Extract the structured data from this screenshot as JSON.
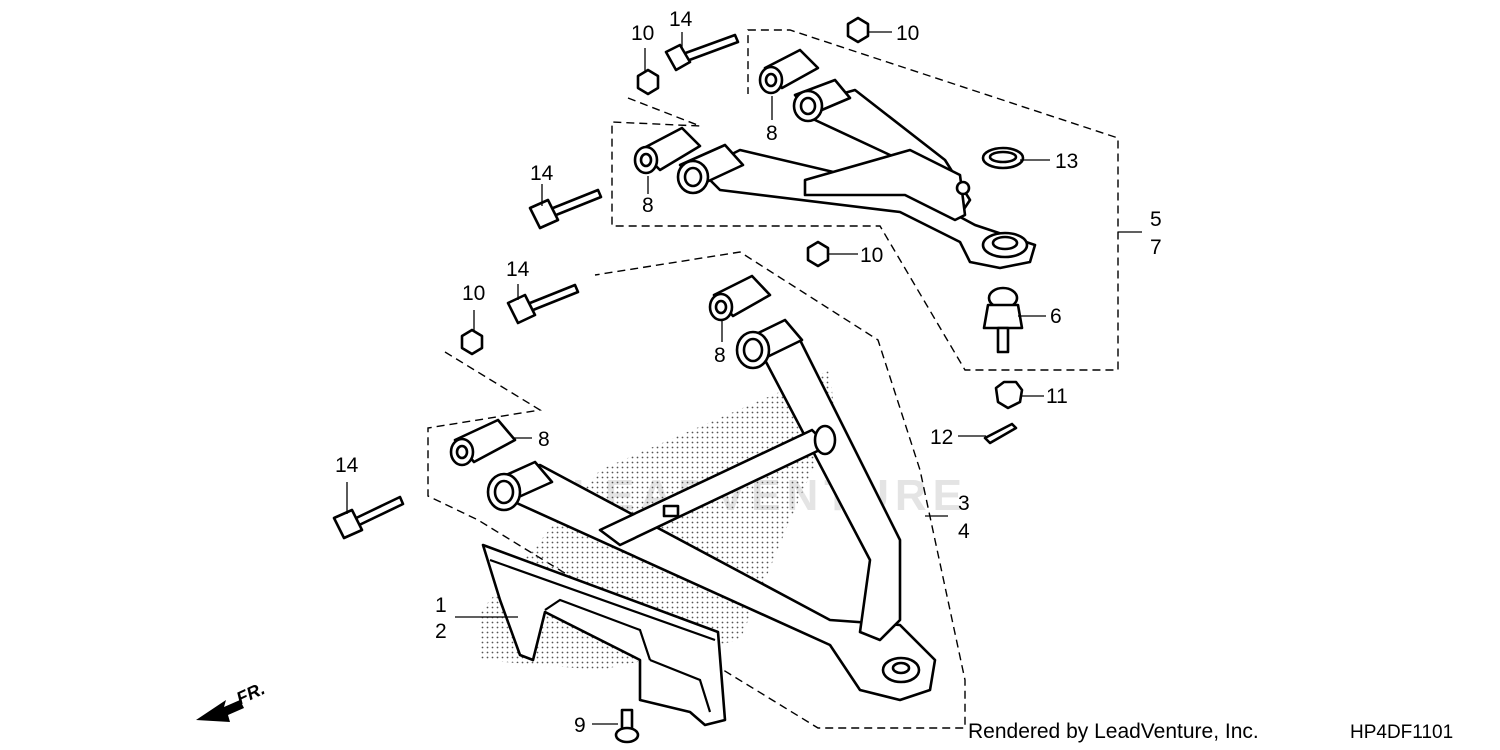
{
  "diagram": {
    "callouts": {
      "c10a": "10",
      "c14a": "14",
      "c10b": "10",
      "c8a": "8",
      "c14b": "14",
      "c8b": "8",
      "c13": "13",
      "c5": "5",
      "c7": "7",
      "c10c": "10",
      "c14c": "14",
      "c10d": "10",
      "c6": "6",
      "c8c": "8",
      "c11": "11",
      "c12": "12",
      "c8d": "8",
      "c14d": "14",
      "c3": "3",
      "c4": "4",
      "c1": "1",
      "c2": "2",
      "c9": "9"
    },
    "front_marker": "FR.",
    "watermark": "LEADVENTURE"
  },
  "footer": {
    "credit": "Rendered by LeadVenture, Inc.",
    "diagram_code": "HP4DF1101"
  }
}
